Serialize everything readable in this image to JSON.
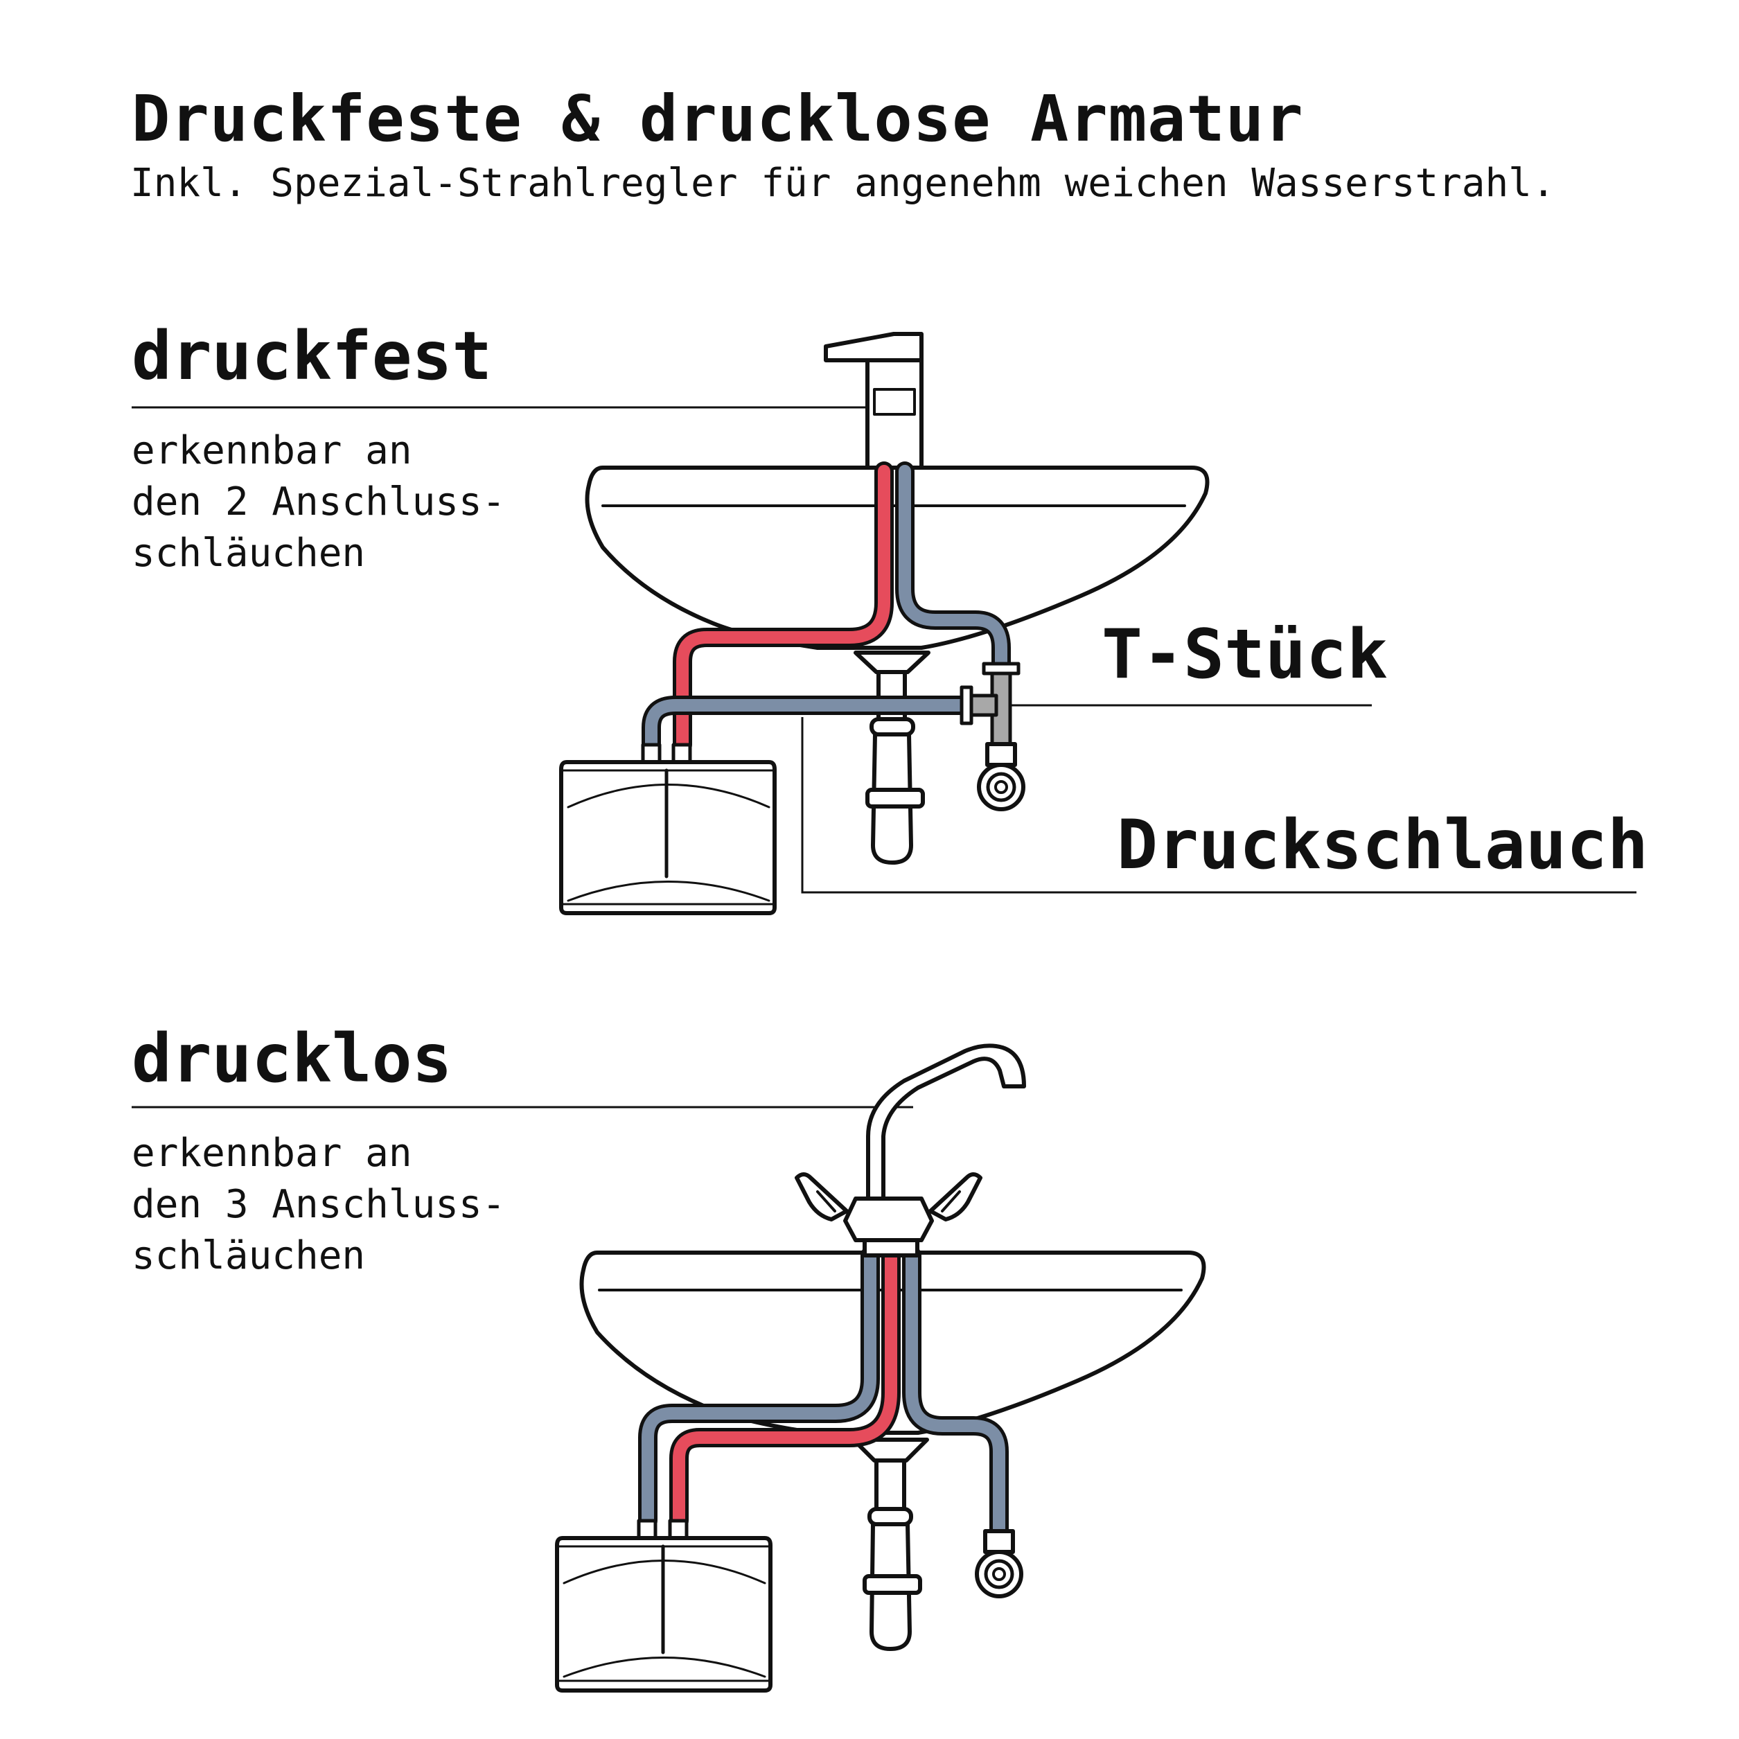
{
  "header": {
    "title": "Druckfeste & drucklose Armatur",
    "subtitle": "Inkl. Spezial-Strahlregler für angenehm weichen Wasserstrahl."
  },
  "sections": [
    {
      "heading": "druckfest",
      "desc_lines": [
        "erkennbar an",
        "den 2 Anschluss-",
        "schläuchen"
      ]
    },
    {
      "heading": "drucklos",
      "desc_lines": [
        "erkennbar an",
        "den 3 Anschluss-",
        "schläuchen"
      ]
    }
  ],
  "callouts": {
    "t_piece": "T-Stück",
    "pressure_hose": "Druckschlauch"
  },
  "colors": {
    "hot_hose": "#e64c5c",
    "cold_hose": "#7c8ea6",
    "fitting_gray": "#a8a8a8",
    "outline": "#111111"
  }
}
